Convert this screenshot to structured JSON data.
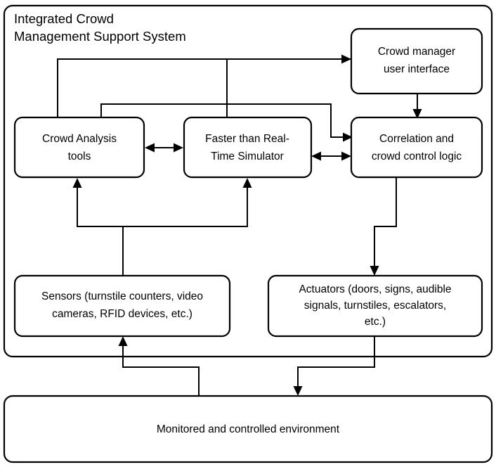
{
  "diagram": {
    "title_line1": "Integrated Crowd",
    "title_line2": "Management Support System",
    "colors": {
      "stroke": "#000000",
      "fill": "#ffffff",
      "text": "#000000"
    },
    "boxes": {
      "crowd_manager_ui": {
        "line1": "Crowd manager",
        "line2": "user interface"
      },
      "crowd_analysis_tools": {
        "line1": "Crowd Analysis",
        "line2": "tools"
      },
      "realtime_simulator": {
        "line1": "Faster than Real-",
        "line2": "Time Simulator"
      },
      "correlation_logic": {
        "line1": "Correlation and",
        "line2": "crowd control logic"
      },
      "sensors": {
        "line1": "Sensors (turnstile counters, video",
        "line2": "cameras, RFID devices, etc.)"
      },
      "actuators": {
        "line1": "Actuators (doors, signs, audible",
        "line2": "signals, turnstiles, escalators,",
        "line3": "etc.)"
      },
      "environment": {
        "line1": "Monitored and controlled environment"
      }
    }
  }
}
